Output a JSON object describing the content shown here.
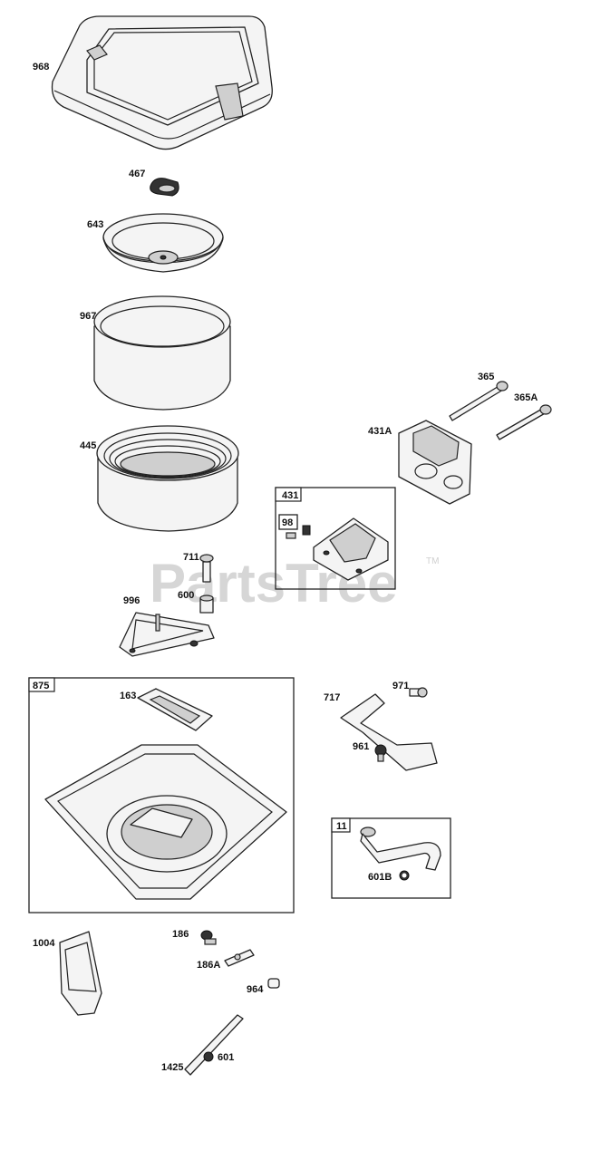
{
  "watermark": {
    "text": "PartsTree",
    "trademark": "TM"
  },
  "labels": {
    "968": "968",
    "467": "467",
    "643": "643",
    "967": "967",
    "445": "445",
    "711": "711",
    "600": "600",
    "996": "996",
    "365": "365",
    "365A": "365A",
    "431A": "431A",
    "163": "163",
    "717": "717",
    "971": "971",
    "961": "961",
    "601B": "601B",
    "1004": "1004",
    "186": "186",
    "186A": "186A",
    "964": "964",
    "1425": "1425",
    "601": "601"
  },
  "boxes": {
    "b431": "431",
    "b98": "98",
    "b875": "875",
    "b11": "11"
  }
}
